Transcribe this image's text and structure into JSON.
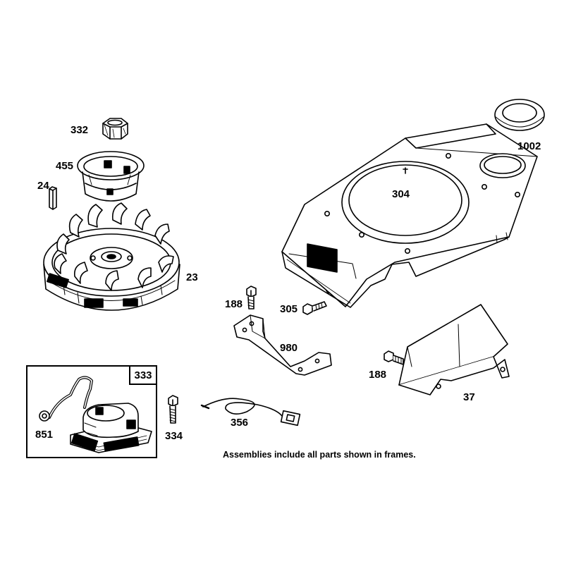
{
  "parts": [
    {
      "id": "nut",
      "number": "332"
    },
    {
      "id": "starter-cup",
      "number": "455"
    },
    {
      "id": "flywheel-key",
      "number": "24"
    },
    {
      "id": "flywheel",
      "number": "23"
    },
    {
      "id": "blower-housing",
      "number": "304"
    },
    {
      "id": "grommet",
      "number": "1002"
    },
    {
      "id": "screw-left",
      "number": "188"
    },
    {
      "id": "screw-housing",
      "number": "305"
    },
    {
      "id": "bracket",
      "number": "980"
    },
    {
      "id": "screw-right",
      "number": "188"
    },
    {
      "id": "baffle",
      "number": "37"
    },
    {
      "id": "wire",
      "number": "356"
    },
    {
      "id": "armature-screw",
      "number": "334"
    },
    {
      "id": "armature-assembly",
      "number": "333"
    },
    {
      "id": "ground-wire",
      "number": "851"
    }
  ],
  "note": "Assemblies include all parts shown in frames."
}
